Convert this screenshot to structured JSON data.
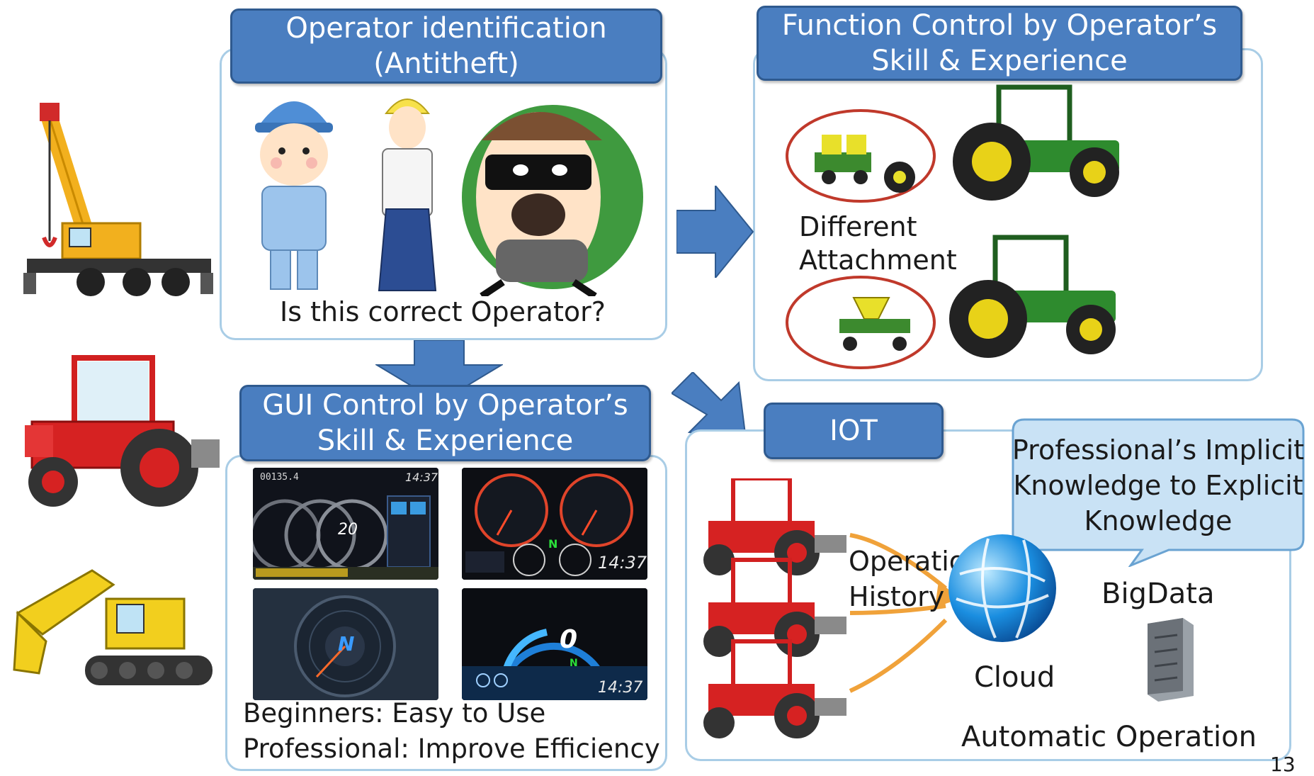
{
  "panels": {
    "operator_id": {
      "title_line1": "Operator identification",
      "title_line2": "(Antitheft)",
      "question": "Is this correct Operator?"
    },
    "function_control": {
      "title_line1": "Function Control by Operator’s",
      "title_line2": "Skill & Experience",
      "attachment_line1": "Different",
      "attachment_line2": "Attachment"
    },
    "gui_control": {
      "title_line1": "GUI Control by Operator’s",
      "title_line2": "Skill & Experience",
      "beginners": "Beginners: Easy to Use",
      "professional": "Professional: Improve Efficiency",
      "dash1_odo": "00135.4",
      "dash1_time": "14:37",
      "dash1_speed": "20",
      "dash2_time": "14:37",
      "dash2_gear": "N",
      "dash3_gear": "N",
      "dash4_speed": "0",
      "dash4_gear": "N",
      "dash4_time": "14:37"
    },
    "iot": {
      "title": "IOT",
      "callout_line1": "Professional’s Implicit",
      "callout_line2": "Knowledge to Explicit",
      "callout_line3": "Knowledge",
      "operation_line1": "Operation",
      "operation_line2": "History",
      "cloud": "Cloud",
      "bigdata": "BigData",
      "automatic": "Automatic Operation"
    }
  },
  "page_number": "13",
  "colors": {
    "header_fill": "#4a7ec0",
    "panel_border": "#a9cde6",
    "arrow_fill": "#4a7ec0"
  }
}
